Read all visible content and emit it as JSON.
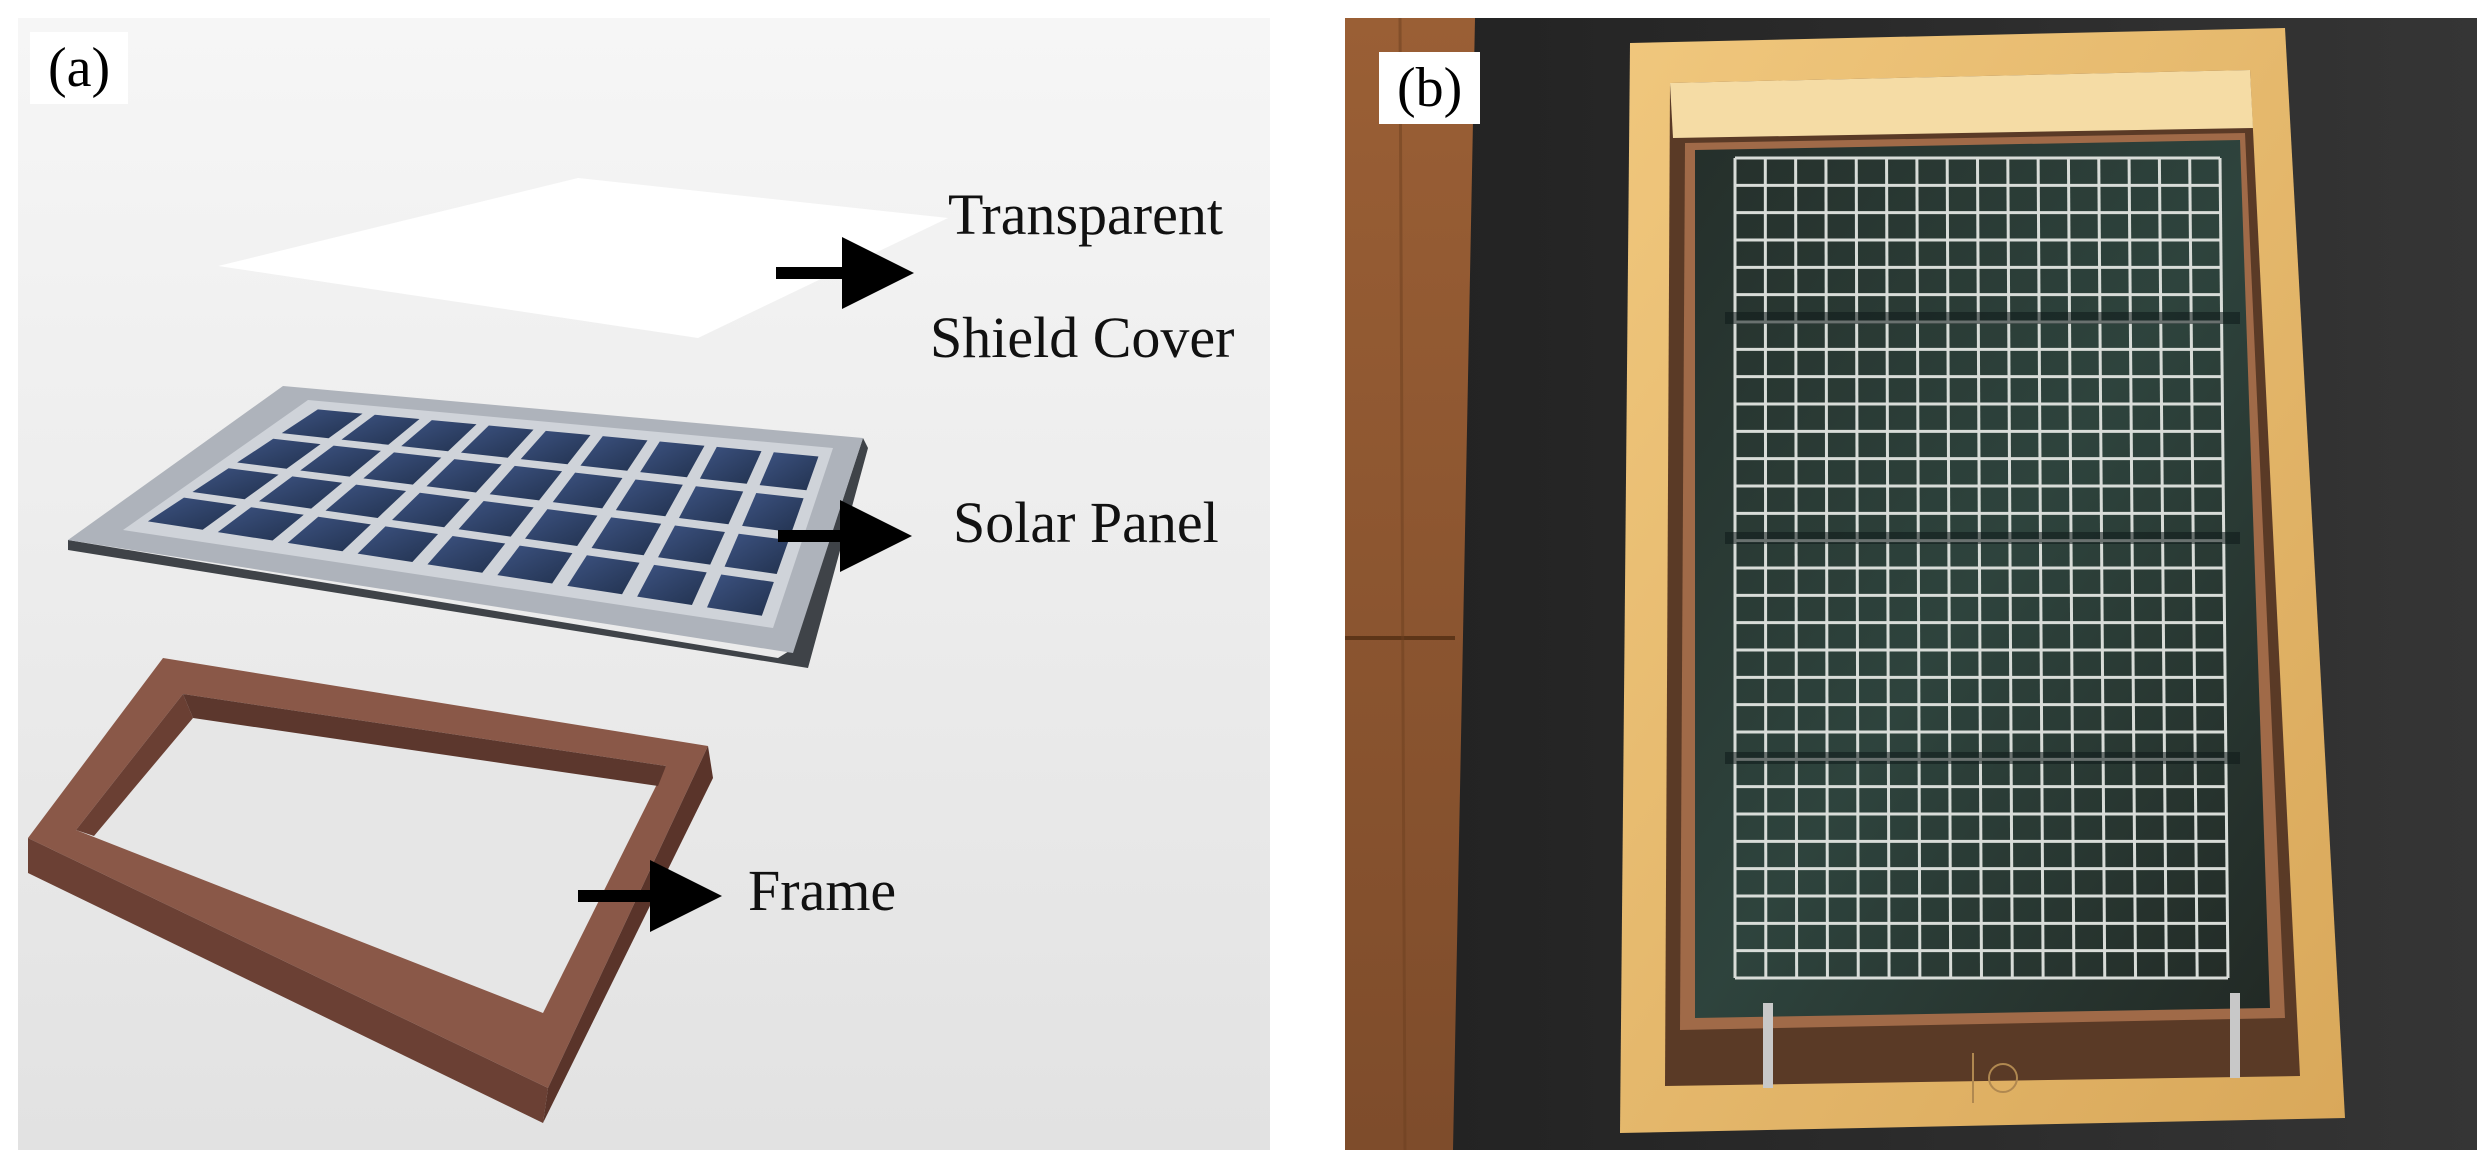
{
  "panel_a": {
    "label": "(a)",
    "callouts": {
      "transparent_cover_line1": "Transparent",
      "transparent_cover_line2": "Shield Cover",
      "solar_panel": "Solar Panel",
      "frame": "Frame"
    }
  },
  "panel_b": {
    "label": "(b)"
  },
  "colors": {
    "cover": "#ffffff",
    "panel_cells": "#2c3e63",
    "panel_backsheet": "#c9cdd3",
    "frame_wood_3d": "#7a4c3c",
    "photo_wood_frame": "#e2b66a",
    "photo_grid": "#d8dcd8",
    "photo_glass": "#1d2e2c",
    "table_top": "#2a2a2a",
    "floor": "#8b5530"
  }
}
